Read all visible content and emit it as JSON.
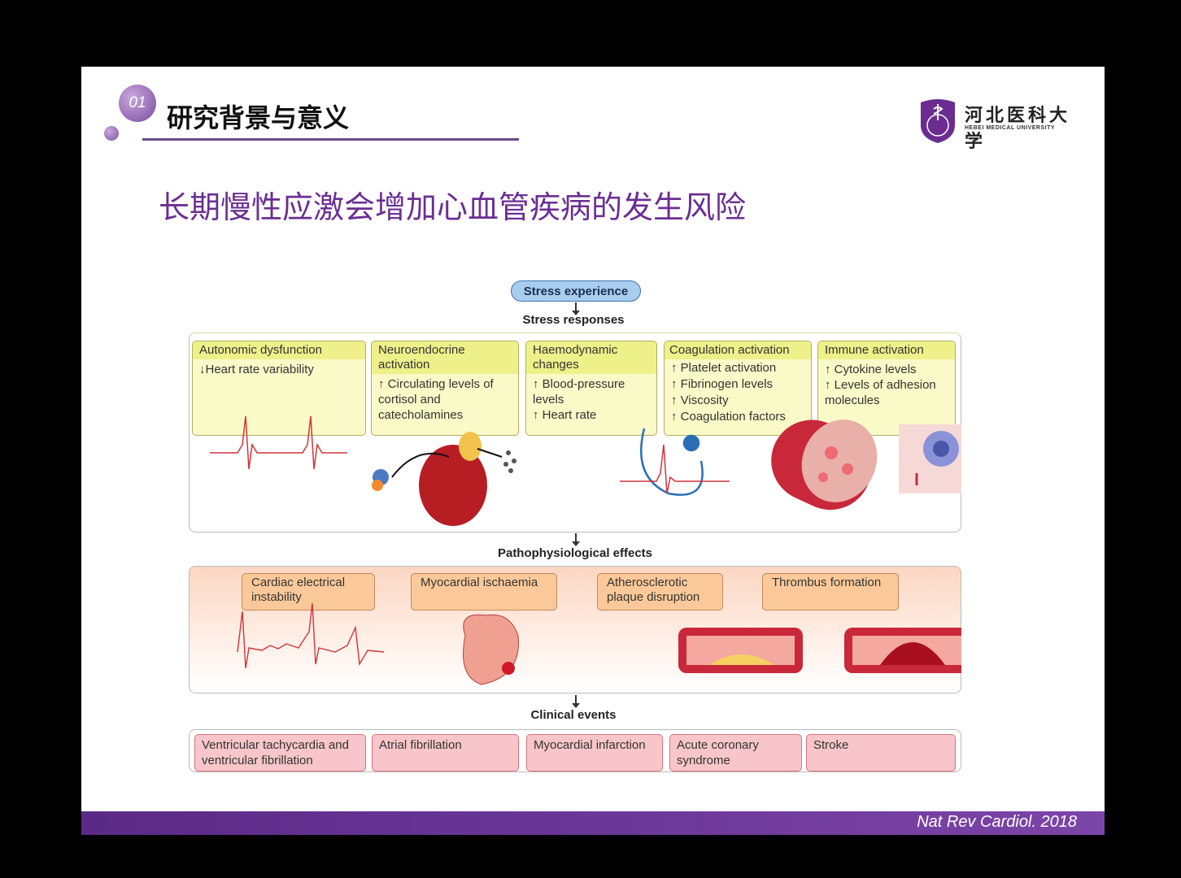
{
  "header": {
    "number": "01",
    "section_title": "研究背景与意义",
    "heading": "长期慢性应激会增加心血管疾病的发生风险"
  },
  "logo": {
    "name_cn": "河北医科大学",
    "name_en": "HEBEI MEDICAL UNIVERSITY"
  },
  "diagram": {
    "stress_experience": "Stress experience",
    "stress_responses_label": "Stress responses",
    "responses": [
      {
        "title": "Autonomic dysfunction",
        "items": [
          "↓Heart rate variability"
        ]
      },
      {
        "title": "Neuroendocrine activation",
        "items": [
          "↑ Circulating levels of cortisol and catecholamines"
        ]
      },
      {
        "title": "Haemodynamic changes",
        "items": [
          "↑ Blood-pressure levels",
          "↑ Heart rate"
        ]
      },
      {
        "title": "Coagulation activation",
        "items": [
          "↑ Platelet activation",
          "↑ Fibrinogen levels",
          "↑ Viscosity",
          "↑ Coagulation factors"
        ]
      },
      {
        "title": "Immune activation",
        "items": [
          "↑ Cytokine levels",
          "↑ Levels of adhesion molecules"
        ]
      }
    ],
    "patho_label": "Pathophysiological effects",
    "effects": [
      "Cardiac electrical instability",
      "Myocardial ischaemia",
      "Atherosclerotic plaque disruption",
      "Thrombus formation"
    ],
    "clinical_label": "Clinical events",
    "events": [
      "Ventricular tachycardia and ventricular fibrillation",
      "Atrial fibrillation",
      "Myocardial infarction",
      "Acute coronary syndrome",
      "Stroke"
    ]
  },
  "citation": "Nat Rev Cardiol. 2018",
  "colors": {
    "purple": "#6b2f93",
    "yellow": "#fafac8",
    "orange": "#fbc999",
    "pink": "#f8c6ca"
  }
}
